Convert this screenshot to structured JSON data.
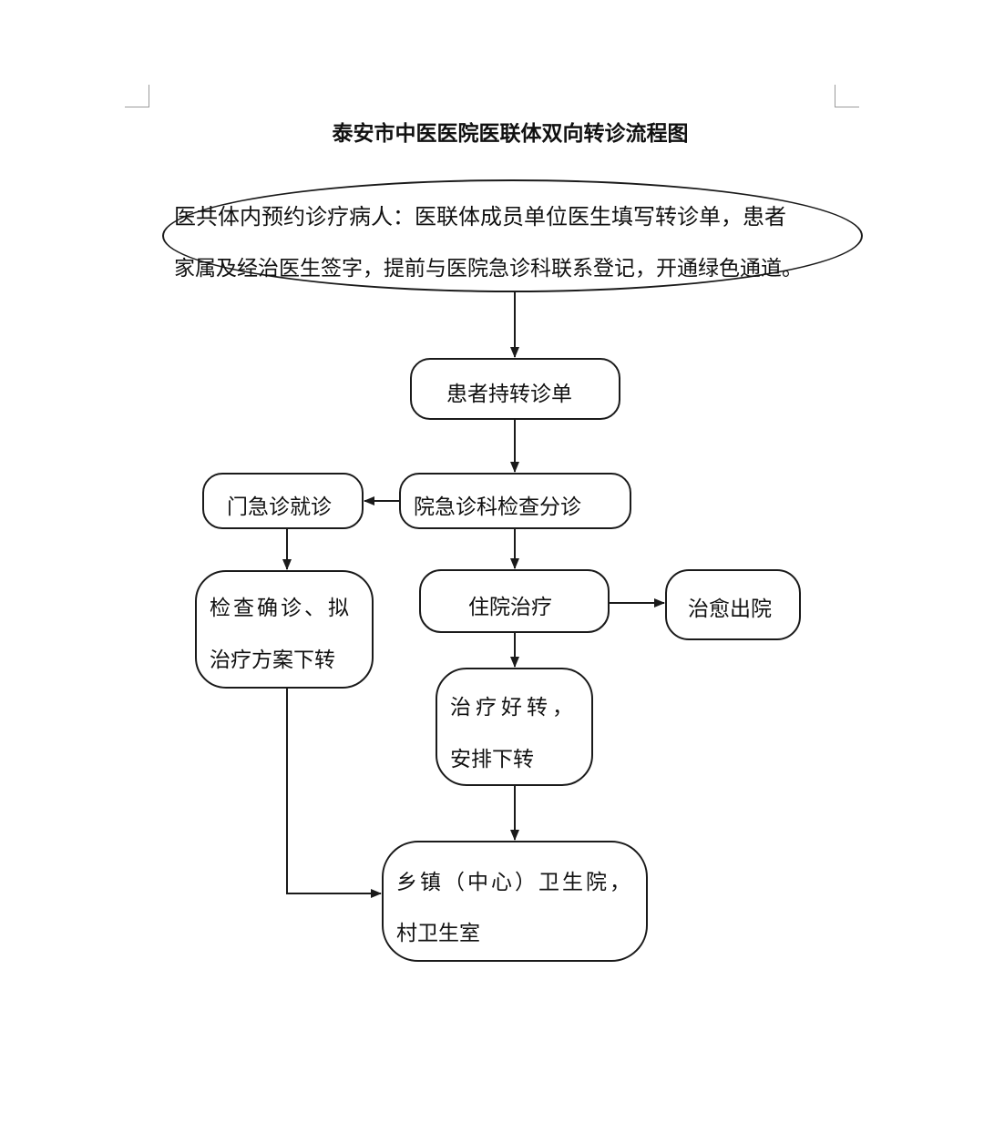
{
  "title": "泰安市中医医院医联体双向转诊流程图",
  "nodes": {
    "start": {
      "line1": "医共体内预约诊疗病人：医联体成员单位医生填写转诊单，患者",
      "line2": "家属及经治医生签字，提前与医院急诊科联系登记，开通绿色通道。"
    },
    "referral_slip": "患者持转诊单",
    "er_triage": "院急诊科检查分诊",
    "outpatient": "门急诊就诊",
    "confirm_diagnosis": {
      "line1": "检查确诊、拟",
      "line2": "治疗方案下转"
    },
    "inpatient": "住院治疗",
    "cured_discharge": "治愈出院",
    "improved_transfer": {
      "line1": "治疗好转，",
      "line2": "安排下转"
    },
    "township_clinic": {
      "line1": "乡镇（中心）卫生院，",
      "line2": "村卫生室"
    }
  },
  "edges": [
    {
      "from": "start",
      "to": "referral_slip"
    },
    {
      "from": "referral_slip",
      "to": "er_triage"
    },
    {
      "from": "er_triage",
      "to": "outpatient"
    },
    {
      "from": "er_triage",
      "to": "inpatient"
    },
    {
      "from": "outpatient",
      "to": "confirm_diagnosis"
    },
    {
      "from": "inpatient",
      "to": "cured_discharge"
    },
    {
      "from": "inpatient",
      "to": "improved_transfer"
    },
    {
      "from": "improved_transfer",
      "to": "township_clinic"
    },
    {
      "from": "confirm_diagnosis",
      "to": "township_clinic"
    }
  ],
  "colors": {
    "stroke": "#1a1a1a",
    "text": "#111111",
    "corner_mark": "#9a9a9a",
    "background": "#ffffff"
  }
}
